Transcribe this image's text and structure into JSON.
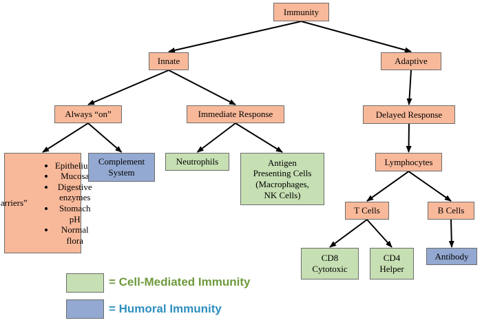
{
  "colors": {
    "context_node": "#f8b99a",
    "cell_mediated": "#c6dfb3",
    "humoral": "#93a9d1",
    "cell_mediated_text": "#6e9a3c",
    "humoral_text": "#2e8fbf"
  },
  "nodes": {
    "immunity": "Immunity",
    "innate": "Innate",
    "adaptive": "Adaptive",
    "always_on": "Always “on”",
    "immediate_response": "Immediate Response",
    "delayed_response": "Delayed Response",
    "barriers": {
      "heading": "“Barriers”",
      "items": [
        "Epithelium",
        "Mucosa",
        "Digestive enzymes",
        "Stomach pH",
        "Normal flora"
      ]
    },
    "complement_system": "Complement\nSystem",
    "neutrophils": "Neutrophils",
    "antigen_presenting_cells": "Antigen\nPresenting Cells\n(Macrophages,\nNK Cells)",
    "lymphocytes": "Lymphocytes",
    "t_cells": "T Cells",
    "b_cells": "B Cells",
    "cd8_cytotoxic": "CD8\nCytotoxic",
    "cd4_helper": "CD4\nHelper",
    "antibody": "Antibody"
  },
  "edges": [
    [
      "immunity",
      "innate"
    ],
    [
      "immunity",
      "adaptive"
    ],
    [
      "innate",
      "always_on"
    ],
    [
      "innate",
      "immediate_response"
    ],
    [
      "always_on",
      "barriers"
    ],
    [
      "always_on",
      "complement_system"
    ],
    [
      "immediate_response",
      "neutrophils"
    ],
    [
      "immediate_response",
      "antigen_presenting_cells"
    ],
    [
      "adaptive",
      "delayed_response"
    ],
    [
      "delayed_response",
      "lymphocytes"
    ],
    [
      "lymphocytes",
      "t_cells"
    ],
    [
      "lymphocytes",
      "b_cells"
    ],
    [
      "t_cells",
      "cd8_cytotoxic"
    ],
    [
      "t_cells",
      "cd4_helper"
    ],
    [
      "b_cells",
      "antibody"
    ]
  ],
  "legend": {
    "cell_mediated": "= Cell-Mediated Immunity",
    "humoral": "= Humoral Immunity"
  }
}
